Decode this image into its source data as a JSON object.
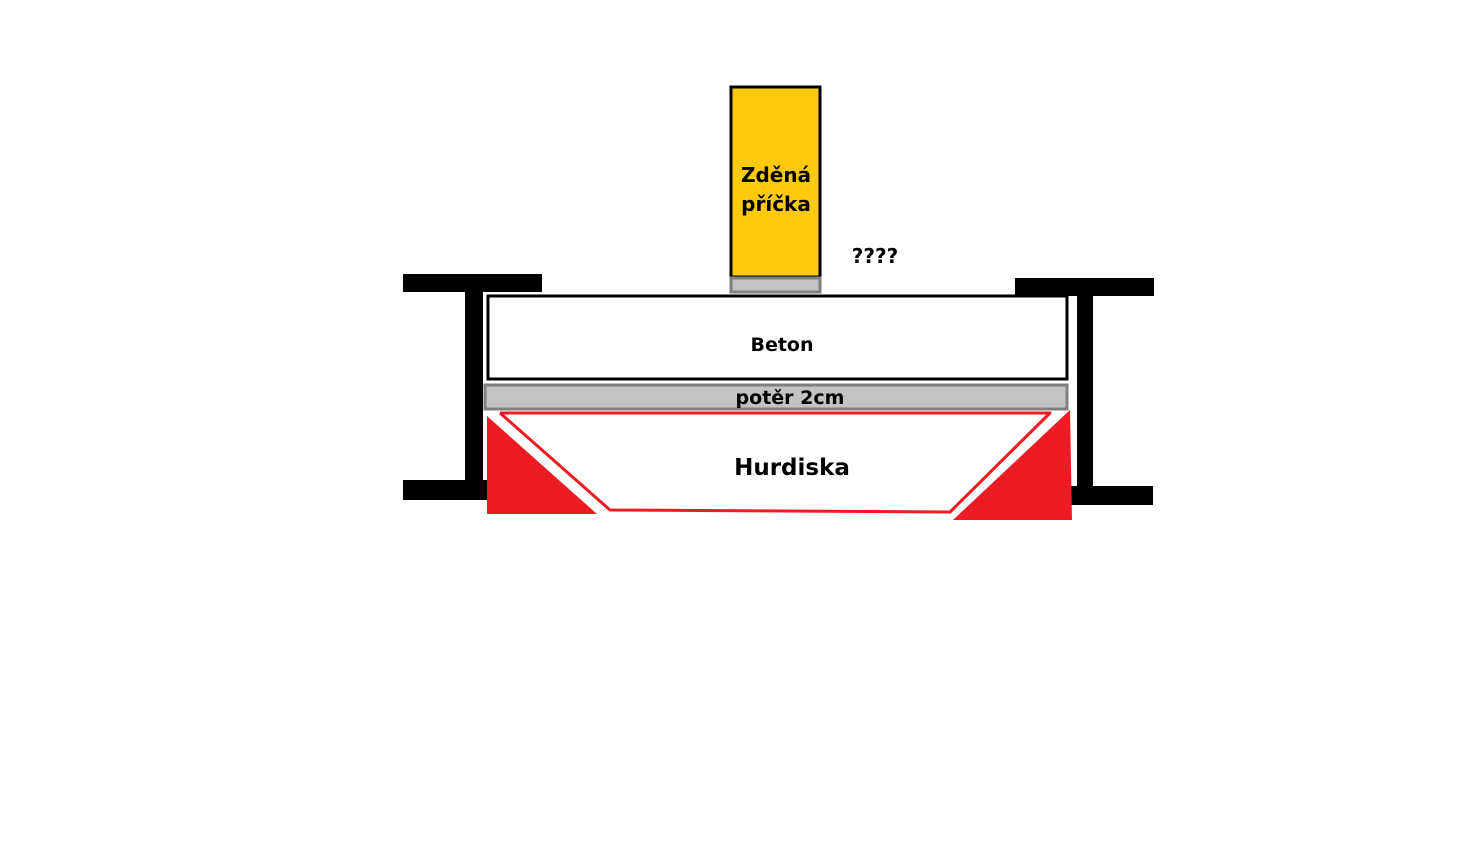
{
  "labels": {
    "wall_line1": "Zděná",
    "wall_line2": "příčka",
    "question": "????",
    "concrete": "Beton",
    "screed": "potěr 2cm",
    "hurdiska": "Hurdiska"
  },
  "colors": {
    "wall_fill": "#ffc90e",
    "screed_fill": "#c3c3c3",
    "screed_border": "#7f7f7f",
    "hurdiska_red": "#ed1c24",
    "beam": "#000000",
    "background": "#ffffff"
  }
}
